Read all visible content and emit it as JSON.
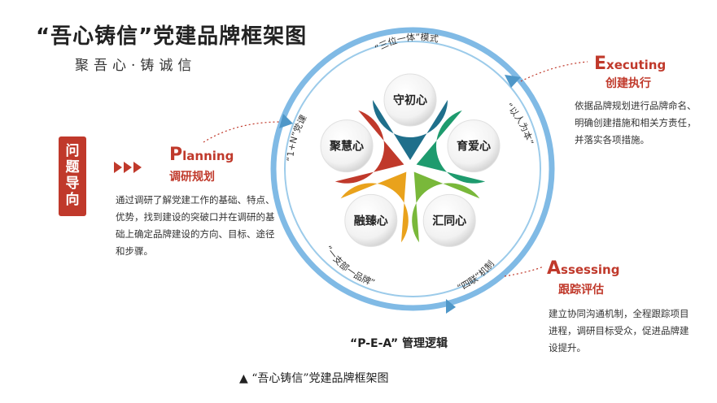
{
  "title": "“吾心铸信”党建品牌框架图",
  "subtitle": "聚吾心·铸诚信",
  "problem_label": "问题导向",
  "center_petals": [
    {
      "label": "守初心",
      "color": "#1f6f8b"
    },
    {
      "label": "育爱心",
      "color": "#1e9b6e"
    },
    {
      "label": "汇同心",
      "color": "#79b83a"
    },
    {
      "label": "融臻心",
      "color": "#e9a21c"
    },
    {
      "label": "聚慧心",
      "color": "#c0392b"
    }
  ],
  "ring_labels": {
    "top": "“三位一体”模式",
    "right": "“以人为本”",
    "bottom_right": "“四联”机制",
    "bottom_left": "“一支部一品牌”",
    "left": "“1+N”党课"
  },
  "planning": {
    "letter": "P",
    "rest": "lanning",
    "cn": "调研规划",
    "desc": "通过调研了解党建工作的基础、特点、优势，找到建设的突破口并在调研的基础上确定品牌建设的方向、目标、途径和步骤。"
  },
  "executing": {
    "letter": "E",
    "rest": "xecuting",
    "cn": "创建执行",
    "desc": "依据品牌规划进行品牌命名、明确创建措施和相关方责任，并落实各项措施。"
  },
  "assessing": {
    "letter": "A",
    "rest": "ssessing",
    "cn": "跟踪评估",
    "desc": "建立协同沟通机制，全程跟踪项目进程，调研目标受众，促进品牌建设提升。"
  },
  "logic_label": "“P-E-A” 管理逻辑",
  "caption": "▲ “吾心铸信”党建品牌框架图",
  "colors": {
    "accent_red": "#c0392b",
    "ring_blue": "#4f97c8"
  }
}
